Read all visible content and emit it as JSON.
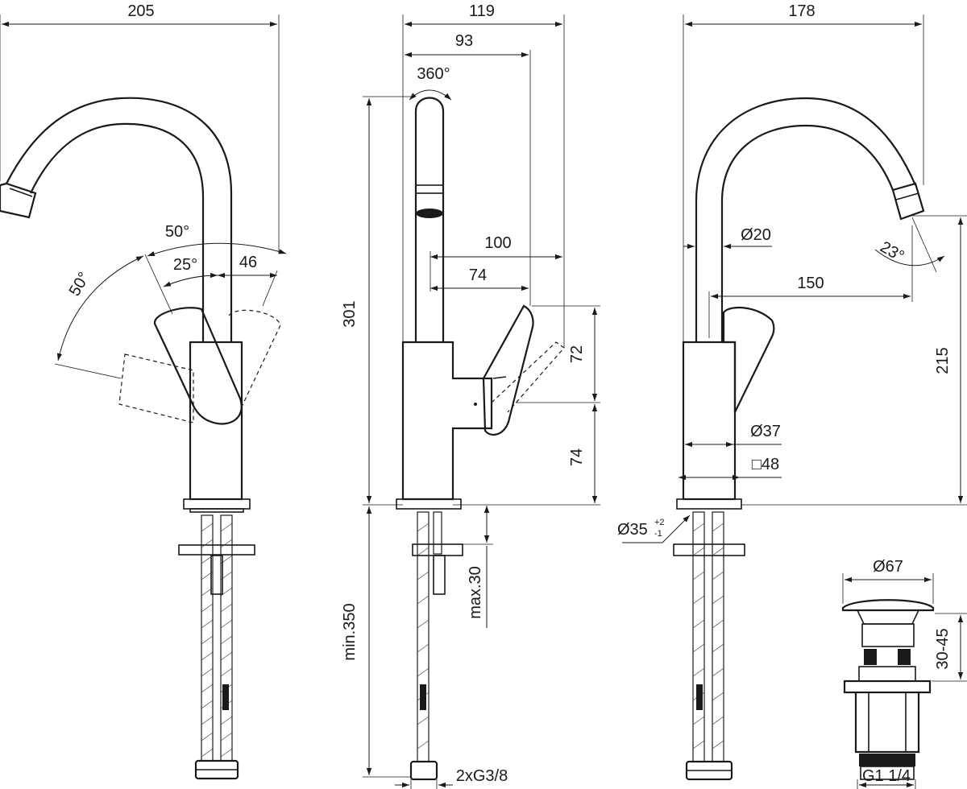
{
  "dimensions": {
    "front_width": "205",
    "side_width": "119",
    "side_inner": "93",
    "rotation": "360°",
    "front_angle_top": "50°",
    "front_angle_left": "50°",
    "front_angle_inner": "25°",
    "front_offset": "46",
    "side_reach": "100",
    "side_lever_reach": "74",
    "height_total": "301",
    "lever_height": "72",
    "body_lower": "74",
    "mount_depth": "min.350",
    "deck_thickness": "max.30",
    "hose_thread": "2xG3/8",
    "rear_width": "178",
    "spout_diameter": "Ø20",
    "spout_angle": "23°",
    "rear_reach": "150",
    "spout_height": "215",
    "body_diameter": "Ø37",
    "base_square": "□48",
    "hole_diameter": "Ø35",
    "hole_tol_plus": "+2",
    "hole_tol_minus": "-1",
    "waste_diameter": "Ø67",
    "waste_range": "30-45",
    "waste_thread": "G1 1/4"
  }
}
